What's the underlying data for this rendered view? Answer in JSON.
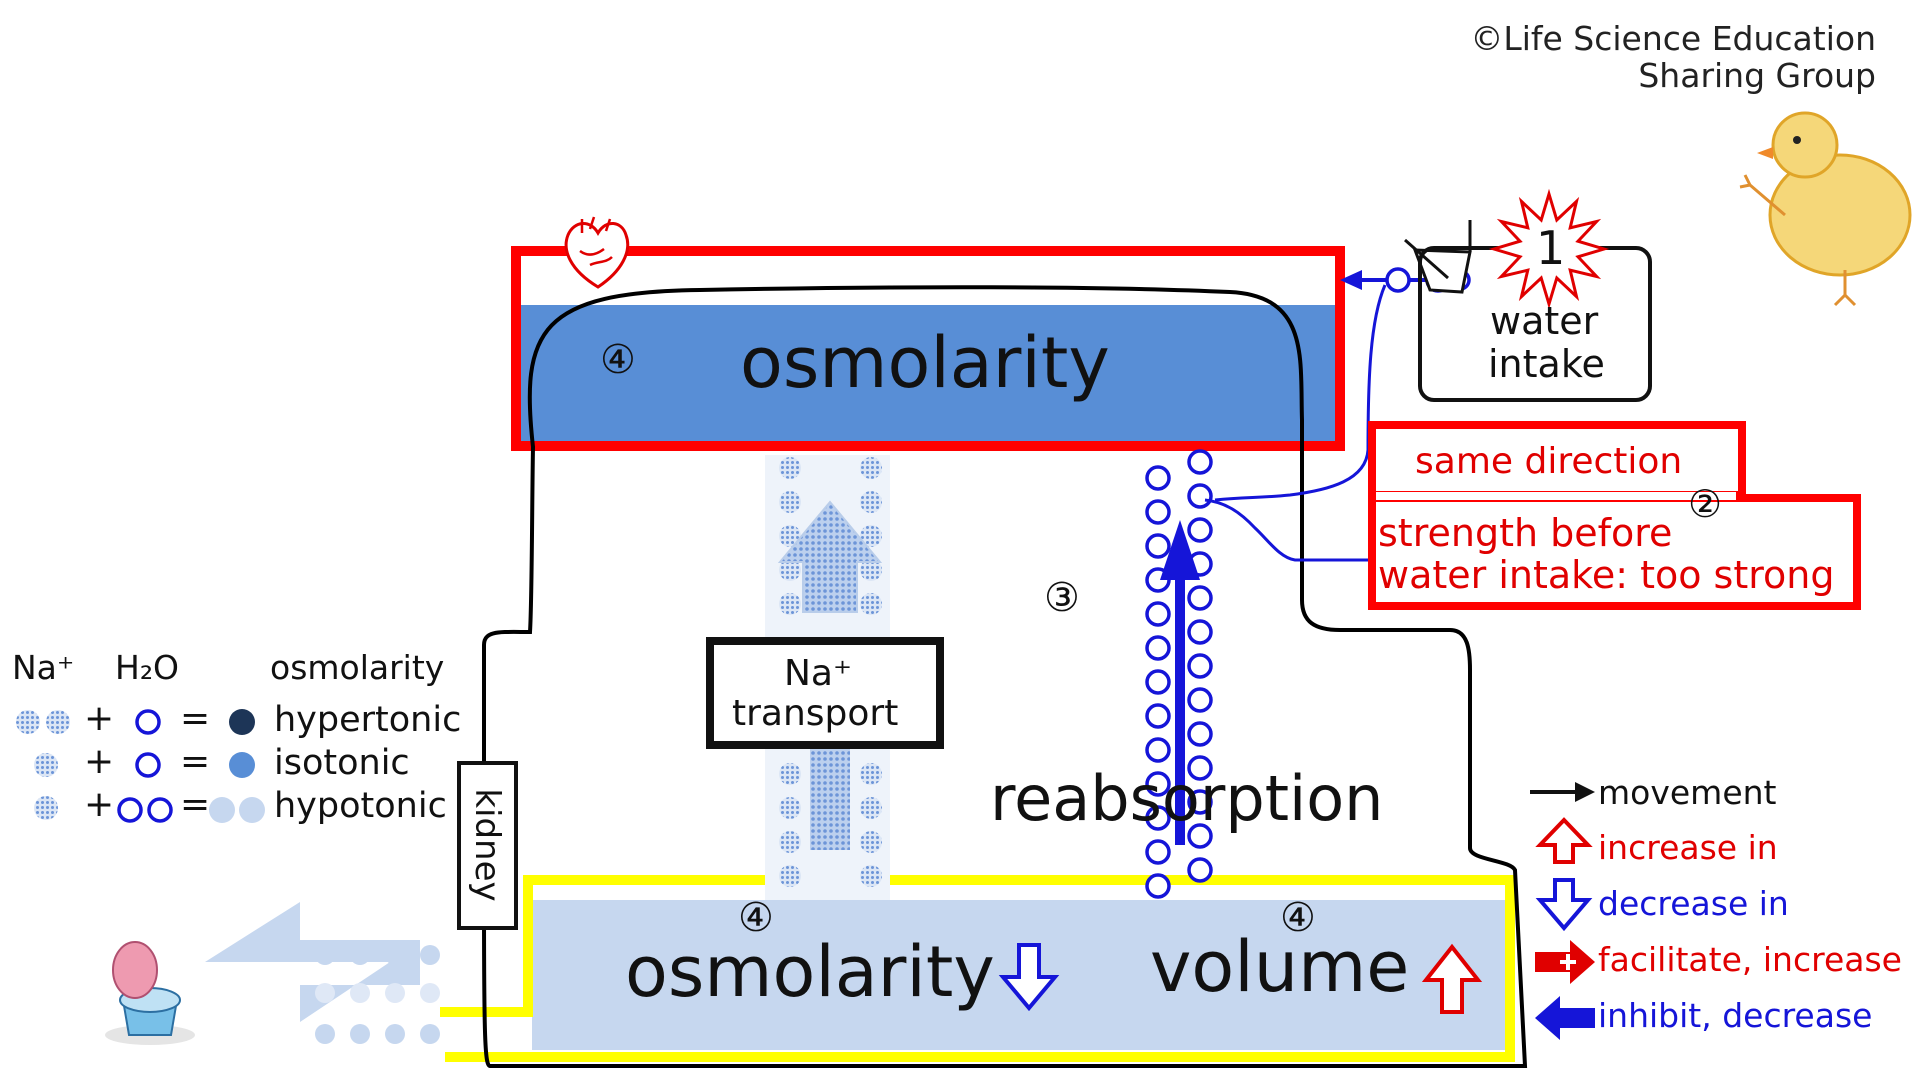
{
  "copyright": {
    "line1": "©Life Science Education",
    "line2": "Sharing Group"
  },
  "step1": {
    "marker": "1",
    "label_line1": "water",
    "label_line2": "intake"
  },
  "step2": {
    "marker": "②",
    "title": "same direction",
    "detail_line1": "strength before",
    "detail_line2": "water intake: too strong"
  },
  "step3": {
    "marker": "③"
  },
  "blood": {
    "marker": "④",
    "label": "osmolarity"
  },
  "kidney": {
    "label": "kidney"
  },
  "transport": {
    "line1": "Na⁺",
    "line2": "transport"
  },
  "reabsorption": {
    "label": "reabsorption"
  },
  "urine": {
    "osmolarity_marker": "④",
    "osmolarity_label": "osmolarity",
    "volume_marker": "④",
    "volume_label": "volume"
  },
  "key": {
    "header_na": "Na⁺",
    "header_h2o": "H₂O",
    "header_osm": "osmolarity",
    "plus": "+",
    "equals": "=",
    "rows": [
      "hypertonic",
      "isotonic",
      "hypotonic"
    ]
  },
  "legend": {
    "items": [
      {
        "label": "movement",
        "color": "#111111"
      },
      {
        "label": "increase in",
        "color": "#e00000"
      },
      {
        "label": "decrease in",
        "color": "#1515d8"
      },
      {
        "label": "facilitate, increase",
        "color": "#e00000"
      },
      {
        "label": "inhibit, decrease",
        "color": "#1515d8"
      }
    ]
  },
  "colors": {
    "blood_fill": "#588ed6",
    "urine_fill": "#c6d7ef",
    "frame_red": "#ff0000",
    "frame_yellow": "#ffff00",
    "water_blue": "#1515d8",
    "na_dots": "#6d95d8"
  }
}
